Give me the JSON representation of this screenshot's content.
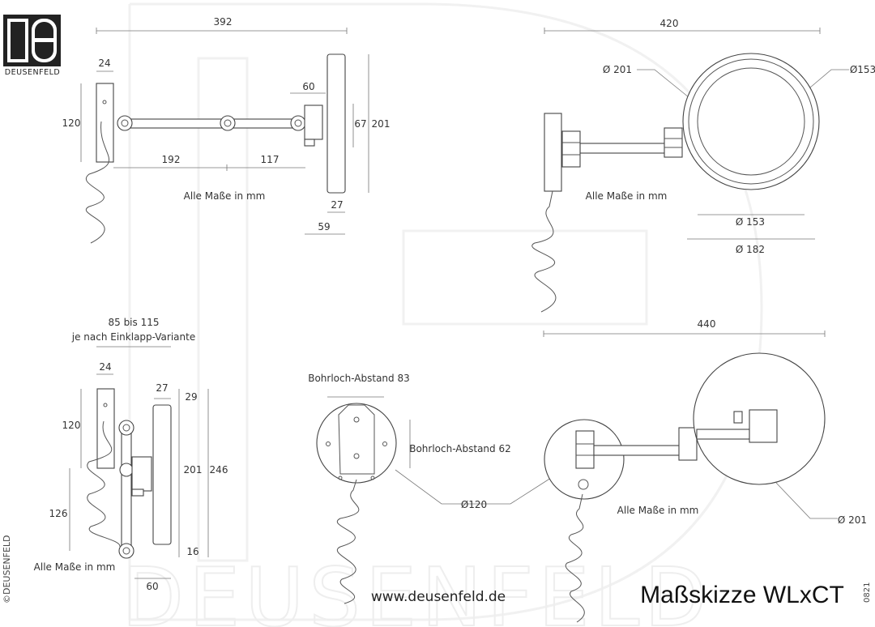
{
  "brand": {
    "logo_text": "DEUSENFELD",
    "side_mark": "©DEUSENFELD",
    "watermark": "DEUSENFELD"
  },
  "footer": {
    "website": "www.deusenfeld.de",
    "title": "Maßskizze WLxCT",
    "code": "0821"
  },
  "views": {
    "side_top": {
      "w_392": "392",
      "w_24": "24",
      "h_120": "120",
      "w_60": "60",
      "h_67": "67",
      "h_201": "201",
      "w_192": "192",
      "w_117": "117",
      "note": "Alle Maße in mm",
      "w_27": "27",
      "w_59": "59"
    },
    "front_top": {
      "w_420": "420",
      "d_201": "Ø 201",
      "d_153_top": "Ø153",
      "note": "Alle Maße in mm",
      "d_153": "Ø 153",
      "d_182": "Ø 182"
    },
    "side_folded": {
      "range": "85 bis 115",
      "variant": "je nach Einklapp-Variante",
      "w_24": "24",
      "w_27": "27",
      "h_29": "29",
      "h_120": "120",
      "h_201": "201",
      "h_246": "246",
      "h_126": "126",
      "h_16": "16",
      "note": "Alle Maße in mm",
      "w_60": "60"
    },
    "wall_plate": {
      "hole_h": "Bohrloch-Abstand 83",
      "hole_v": "Bohrloch-Abstand 62",
      "d_120": "Ø120"
    },
    "front_bottom": {
      "w_440": "440",
      "note": "Alle Maße in mm",
      "d_201": "Ø 201"
    }
  }
}
